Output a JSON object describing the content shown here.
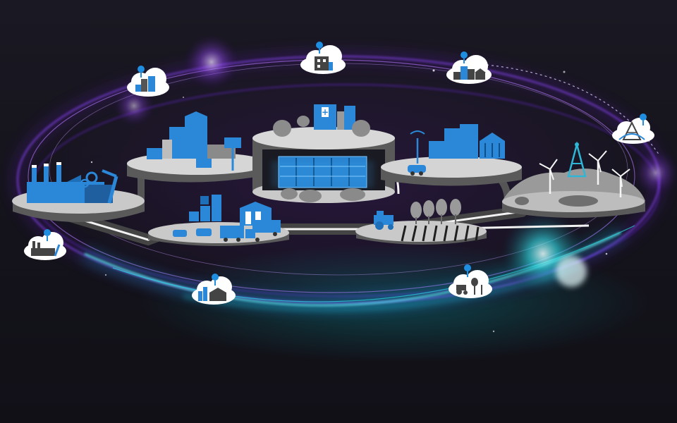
{
  "scene": {
    "colors": {
      "background": "#17151f",
      "accent_blue": "#1f8ee0",
      "building_blue": "#2b88d8",
      "platform_gray": "#c9c9c9",
      "ring_purple": "#8a3cff",
      "ring_cyan": "#22e0e6",
      "cloud_white": "#ffffff",
      "road_white": "#f2f2f2"
    },
    "platforms": [
      {
        "name": "industrial-factory",
        "icon": "factory-icon"
      },
      {
        "name": "city-office",
        "icon": "office-buildings-icon"
      },
      {
        "name": "hospital-datacenter",
        "icon": "hospital-icon"
      },
      {
        "name": "smart-city-government",
        "icon": "government-building-icon"
      },
      {
        "name": "wind-energy",
        "icon": "wind-turbine-icon"
      },
      {
        "name": "logistics-warehouse",
        "icon": "delivery-truck-icon"
      },
      {
        "name": "agriculture-farm",
        "icon": "tractor-icon"
      }
    ],
    "clouds": [
      {
        "name": "cloud-office",
        "icon": "office-buildings-icon"
      },
      {
        "name": "cloud-hospital",
        "icon": "hospital-icon"
      },
      {
        "name": "cloud-city",
        "icon": "government-building-icon"
      },
      {
        "name": "cloud-energy",
        "icon": "power-tower-icon"
      },
      {
        "name": "cloud-factory",
        "icon": "factory-icon"
      },
      {
        "name": "cloud-warehouse",
        "icon": "warehouse-icon"
      },
      {
        "name": "cloud-farm",
        "icon": "tractor-icon"
      }
    ]
  }
}
